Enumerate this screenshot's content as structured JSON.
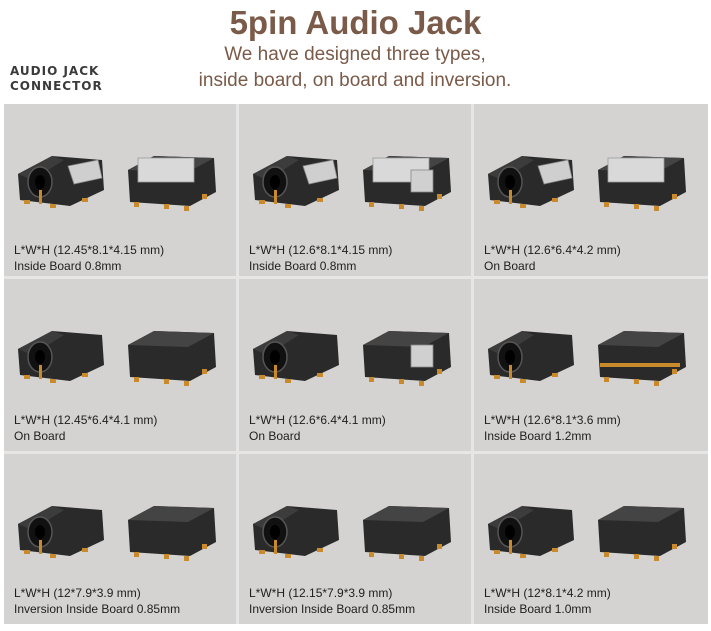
{
  "header": {
    "title": "5pin Audio Jack",
    "subtitle_line1": "We have designed three types,",
    "subtitle_line2": "inside board, on board and inversion.",
    "brand_line1": "AUDIO JACK",
    "brand_line2": "CONNECTOR"
  },
  "products": [
    {
      "dims": "L*W*H (12.45*8.1*4.15 mm)",
      "note": "Inside Board 0.8mm"
    },
    {
      "dims": "L*W*H (12.6*8.1*4.15 mm)",
      "note": "Inside Board 0.8mm"
    },
    {
      "dims": "L*W*H (12.6*6.4*4.2 mm)",
      "note": "On Board"
    },
    {
      "dims": "L*W*H (12.45*6.4*4.1 mm)",
      "note": "On Board"
    },
    {
      "dims": "L*W*H (12.6*6.4*4.1 mm)",
      "note": "On Board"
    },
    {
      "dims": "L*W*H (12.6*8.1*3.6 mm)",
      "note": "Inside Board 1.2mm"
    },
    {
      "dims": "L*W*H (12*7.9*3.9 mm)",
      "note": "Inversion Inside Board 0.85mm"
    },
    {
      "dims": "L*W*H (12.15*7.9*3.9 mm)",
      "note": "Inversion Inside Board 0.85mm"
    },
    {
      "dims": "L*W*H (12*8.1*4.2 mm)",
      "note": "Inside Board 1.0mm"
    }
  ],
  "colors": {
    "title": "#7a5a48",
    "cell_bg": "#d4d3d2",
    "body": "#2a2a2a",
    "pin": "#c88a2a",
    "metal": "#d9d9d9"
  }
}
